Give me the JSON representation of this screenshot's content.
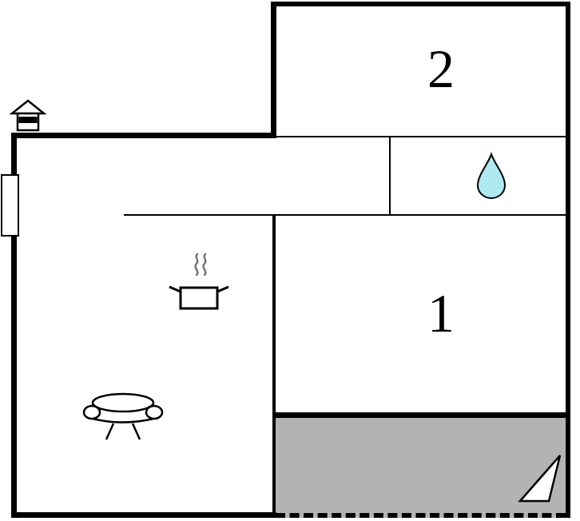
{
  "plan": {
    "type": "floor-plan",
    "room2_label": "2",
    "room1_label": "1"
  },
  "colors": {
    "wall": "#000000",
    "terrace_fill": "#b3b3b3",
    "water_drop_fill": "#aee9f0",
    "steam_stroke": "#777777",
    "background": "#ffffff"
  },
  "icons": {
    "entrance": "house-icon",
    "bathroom": "water-drop-icon",
    "kitchen": "pot-with-steam-icon",
    "living_room": "sofa-icon",
    "terrace": "north-arrow-icon"
  }
}
